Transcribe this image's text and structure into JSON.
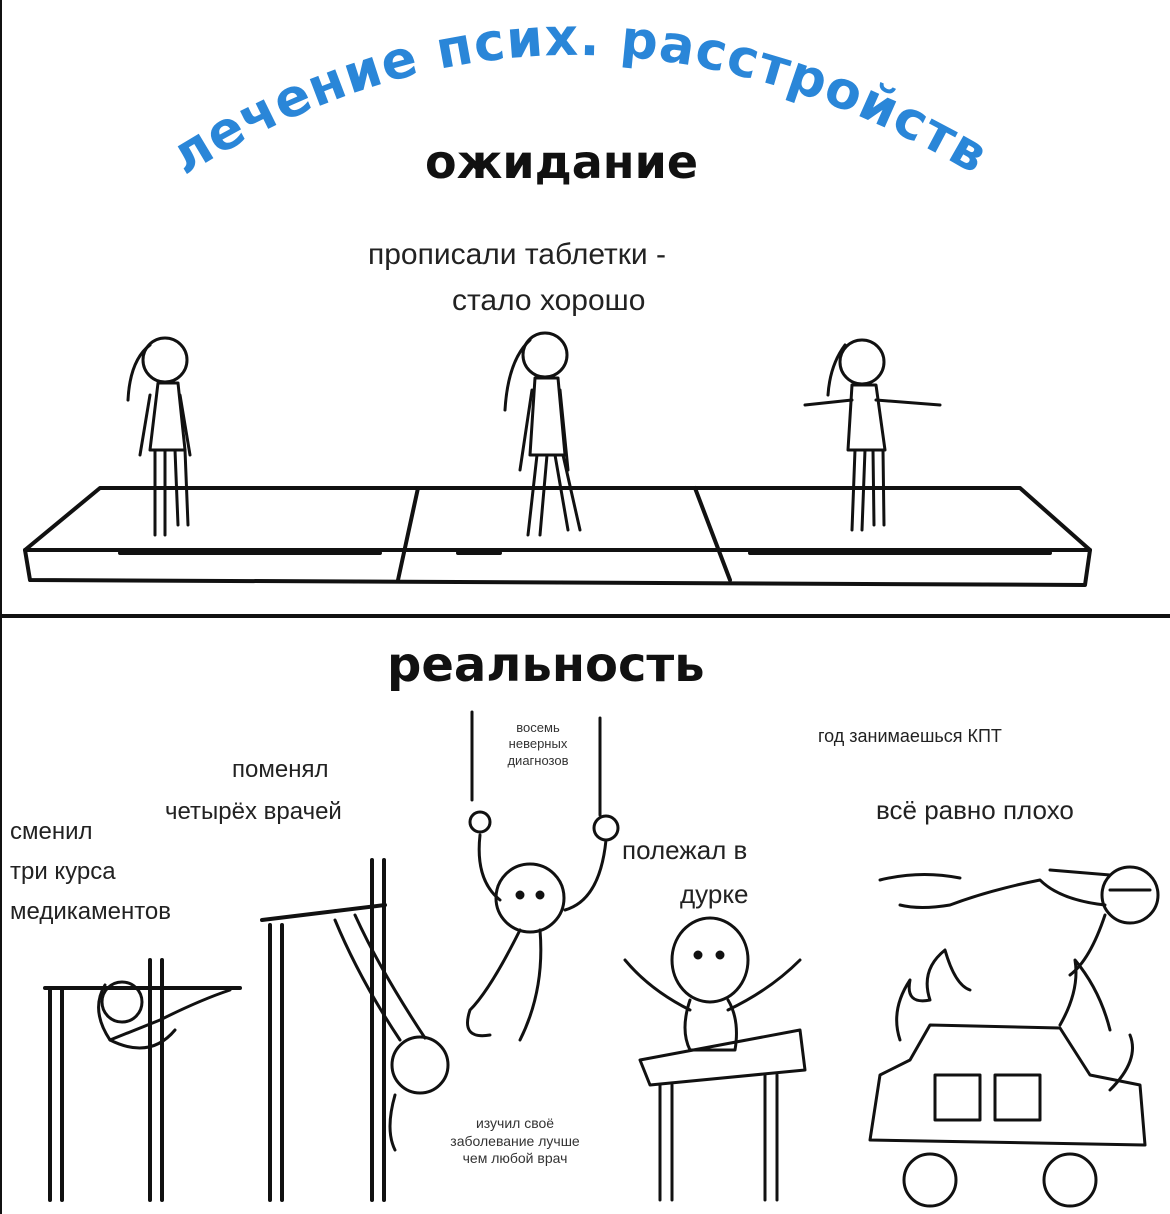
{
  "title_arc": "лечение псих. расстройства",
  "colors": {
    "title": "#2a86d8",
    "ink": "#111111",
    "divider": "#111111"
  },
  "expectation": {
    "heading": "ожидание",
    "caption_line1": "прописали таблетки -",
    "caption_line2": "стало хорошо"
  },
  "reality": {
    "heading": "реальность",
    "notes": {
      "courses_line1": "сменил",
      "courses_line2": "три курса",
      "courses_line3": "медикаментов",
      "doctors_line1": "поменял",
      "doctors_line2": "четырёх врачей",
      "diag_line1": "восемь",
      "diag_line2": "неверных",
      "diag_line3": "диагнозов",
      "ward_line1": "полежал в",
      "ward_line2": "дурке",
      "cbt": "год занимаешься КПТ",
      "still_bad": "всё равно плохо",
      "studied_line1": "изучил своё",
      "studied_line2": "заболевание лучше",
      "studied_line3": "чем любой врач"
    }
  }
}
